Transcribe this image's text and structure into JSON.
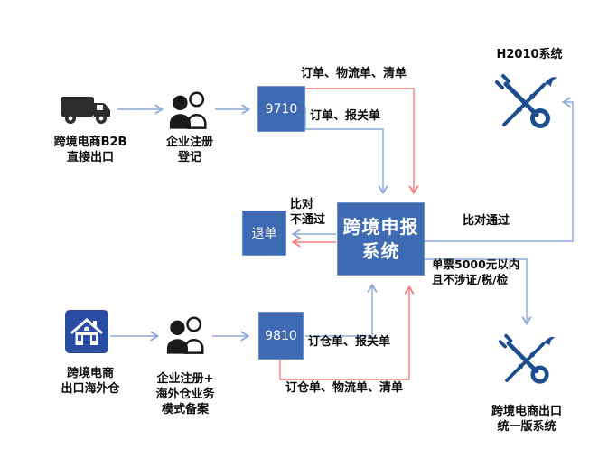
{
  "colors": {
    "box_blue": "#3D6AB2",
    "box_border": "#6C93CC",
    "arrow_blue": "#8BA7DA",
    "arrow_red": "#F87A7A",
    "emblem_navy": "#1B4D8F",
    "house_tile": "#2A4DA3",
    "truck_black": "#2D2D2D",
    "label_text": "#0a0a0a"
  },
  "top_flow": {
    "truck_label": "跨境电商B2B\n直接出口",
    "register_label": "企业注册\n登记",
    "code_box": "9710",
    "flow_order_logistics": "订单、物流单、清单",
    "flow_order_declaration": "订单、报关单"
  },
  "bottom_flow": {
    "warehouse_label": "跨境电商\n出口海外仓",
    "register_label": "企业注册+\n海外仓业务\n模式备案",
    "code_box": "9810",
    "flow_warehouse_declaration": "订仓单、报关单",
    "flow_warehouse_logistics": "订仓单、物流单、清单"
  },
  "center": {
    "system_box": "跨境申报\n系统",
    "refund_box": "退单",
    "compare_fail": "比对\n不通过",
    "compare_pass": "比对通过",
    "note_5000": "单票5000元以内\n且不涉证/税/检"
  },
  "right": {
    "h2010_label": "H2010系统",
    "unified_label": "跨境电商出口\n统一版系统"
  }
}
